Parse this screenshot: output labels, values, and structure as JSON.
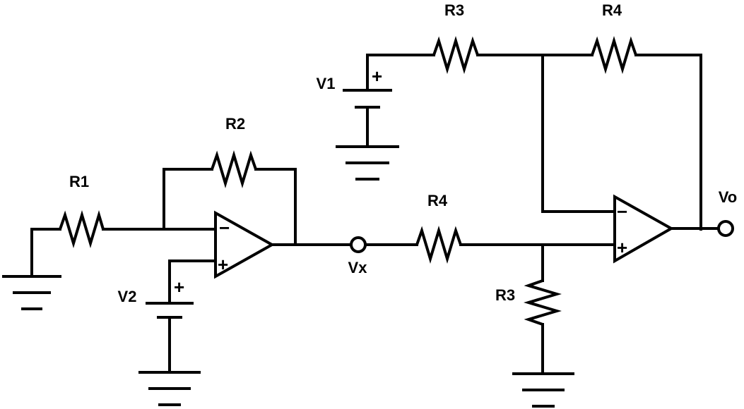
{
  "components": {
    "r1": "R1",
    "r2": "R2",
    "r3_top": "R3",
    "r4_top": "R4",
    "r4_mid": "R4",
    "r3_bottom": "R3",
    "v1": "V1",
    "v2": "V2"
  },
  "nodes": {
    "vx": "Vx",
    "vo": "Vo"
  },
  "signs": {
    "plus": "+",
    "minus": "−"
  }
}
